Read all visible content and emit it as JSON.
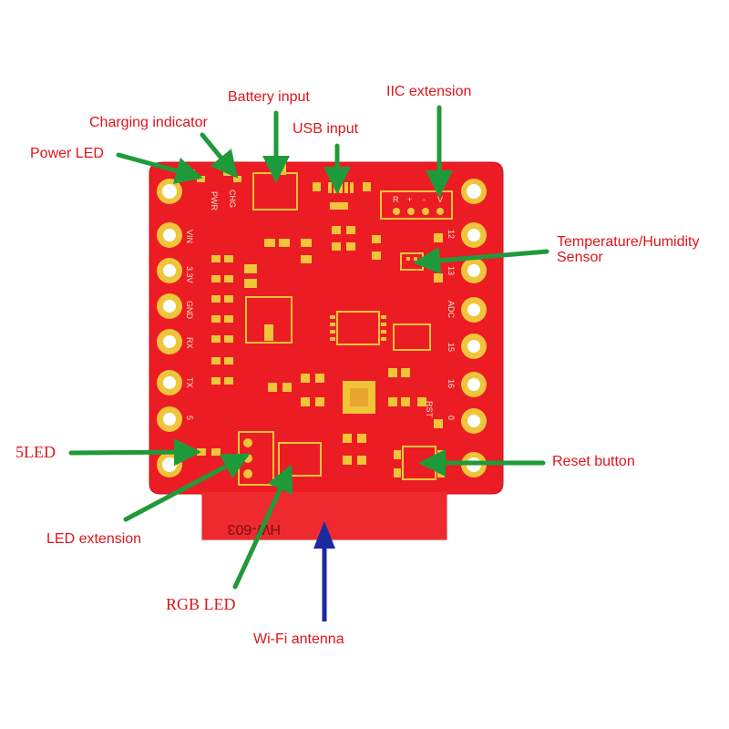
{
  "labels": {
    "power_led": "Power LED",
    "charging_indicator": "Charging indicator",
    "battery_input": "Battery input",
    "usb_input": "USB input",
    "iic_extension": "IIC extension",
    "temp_humidity_line1": "Temperature/Humidity",
    "temp_humidity_line2": "Sensor",
    "five_led": "5LED",
    "reset_button": "Reset button",
    "led_extension": "LED extension",
    "rgb_led": "RGB LED",
    "wifi_antenna": "Wi-Fi antenna"
  },
  "silkscreen": {
    "model": "HW-603",
    "left_pins": [
      "VIN",
      "3.3V",
      "GND",
      "RX",
      "TX",
      "5"
    ],
    "right_pins": [
      "12",
      "13",
      "ADC",
      "15",
      "16",
      "RST",
      "0"
    ],
    "pwr": "PWR",
    "chg": "CHG",
    "iic_pins": [
      "R",
      "+",
      "-",
      "V"
    ]
  },
  "colors": {
    "board": "#ec1c24",
    "pad": "#f0c53a",
    "label_text": "#e0141b",
    "pointer_green": "#1f9a3a",
    "pointer_blue": "#1a2ba0"
  }
}
